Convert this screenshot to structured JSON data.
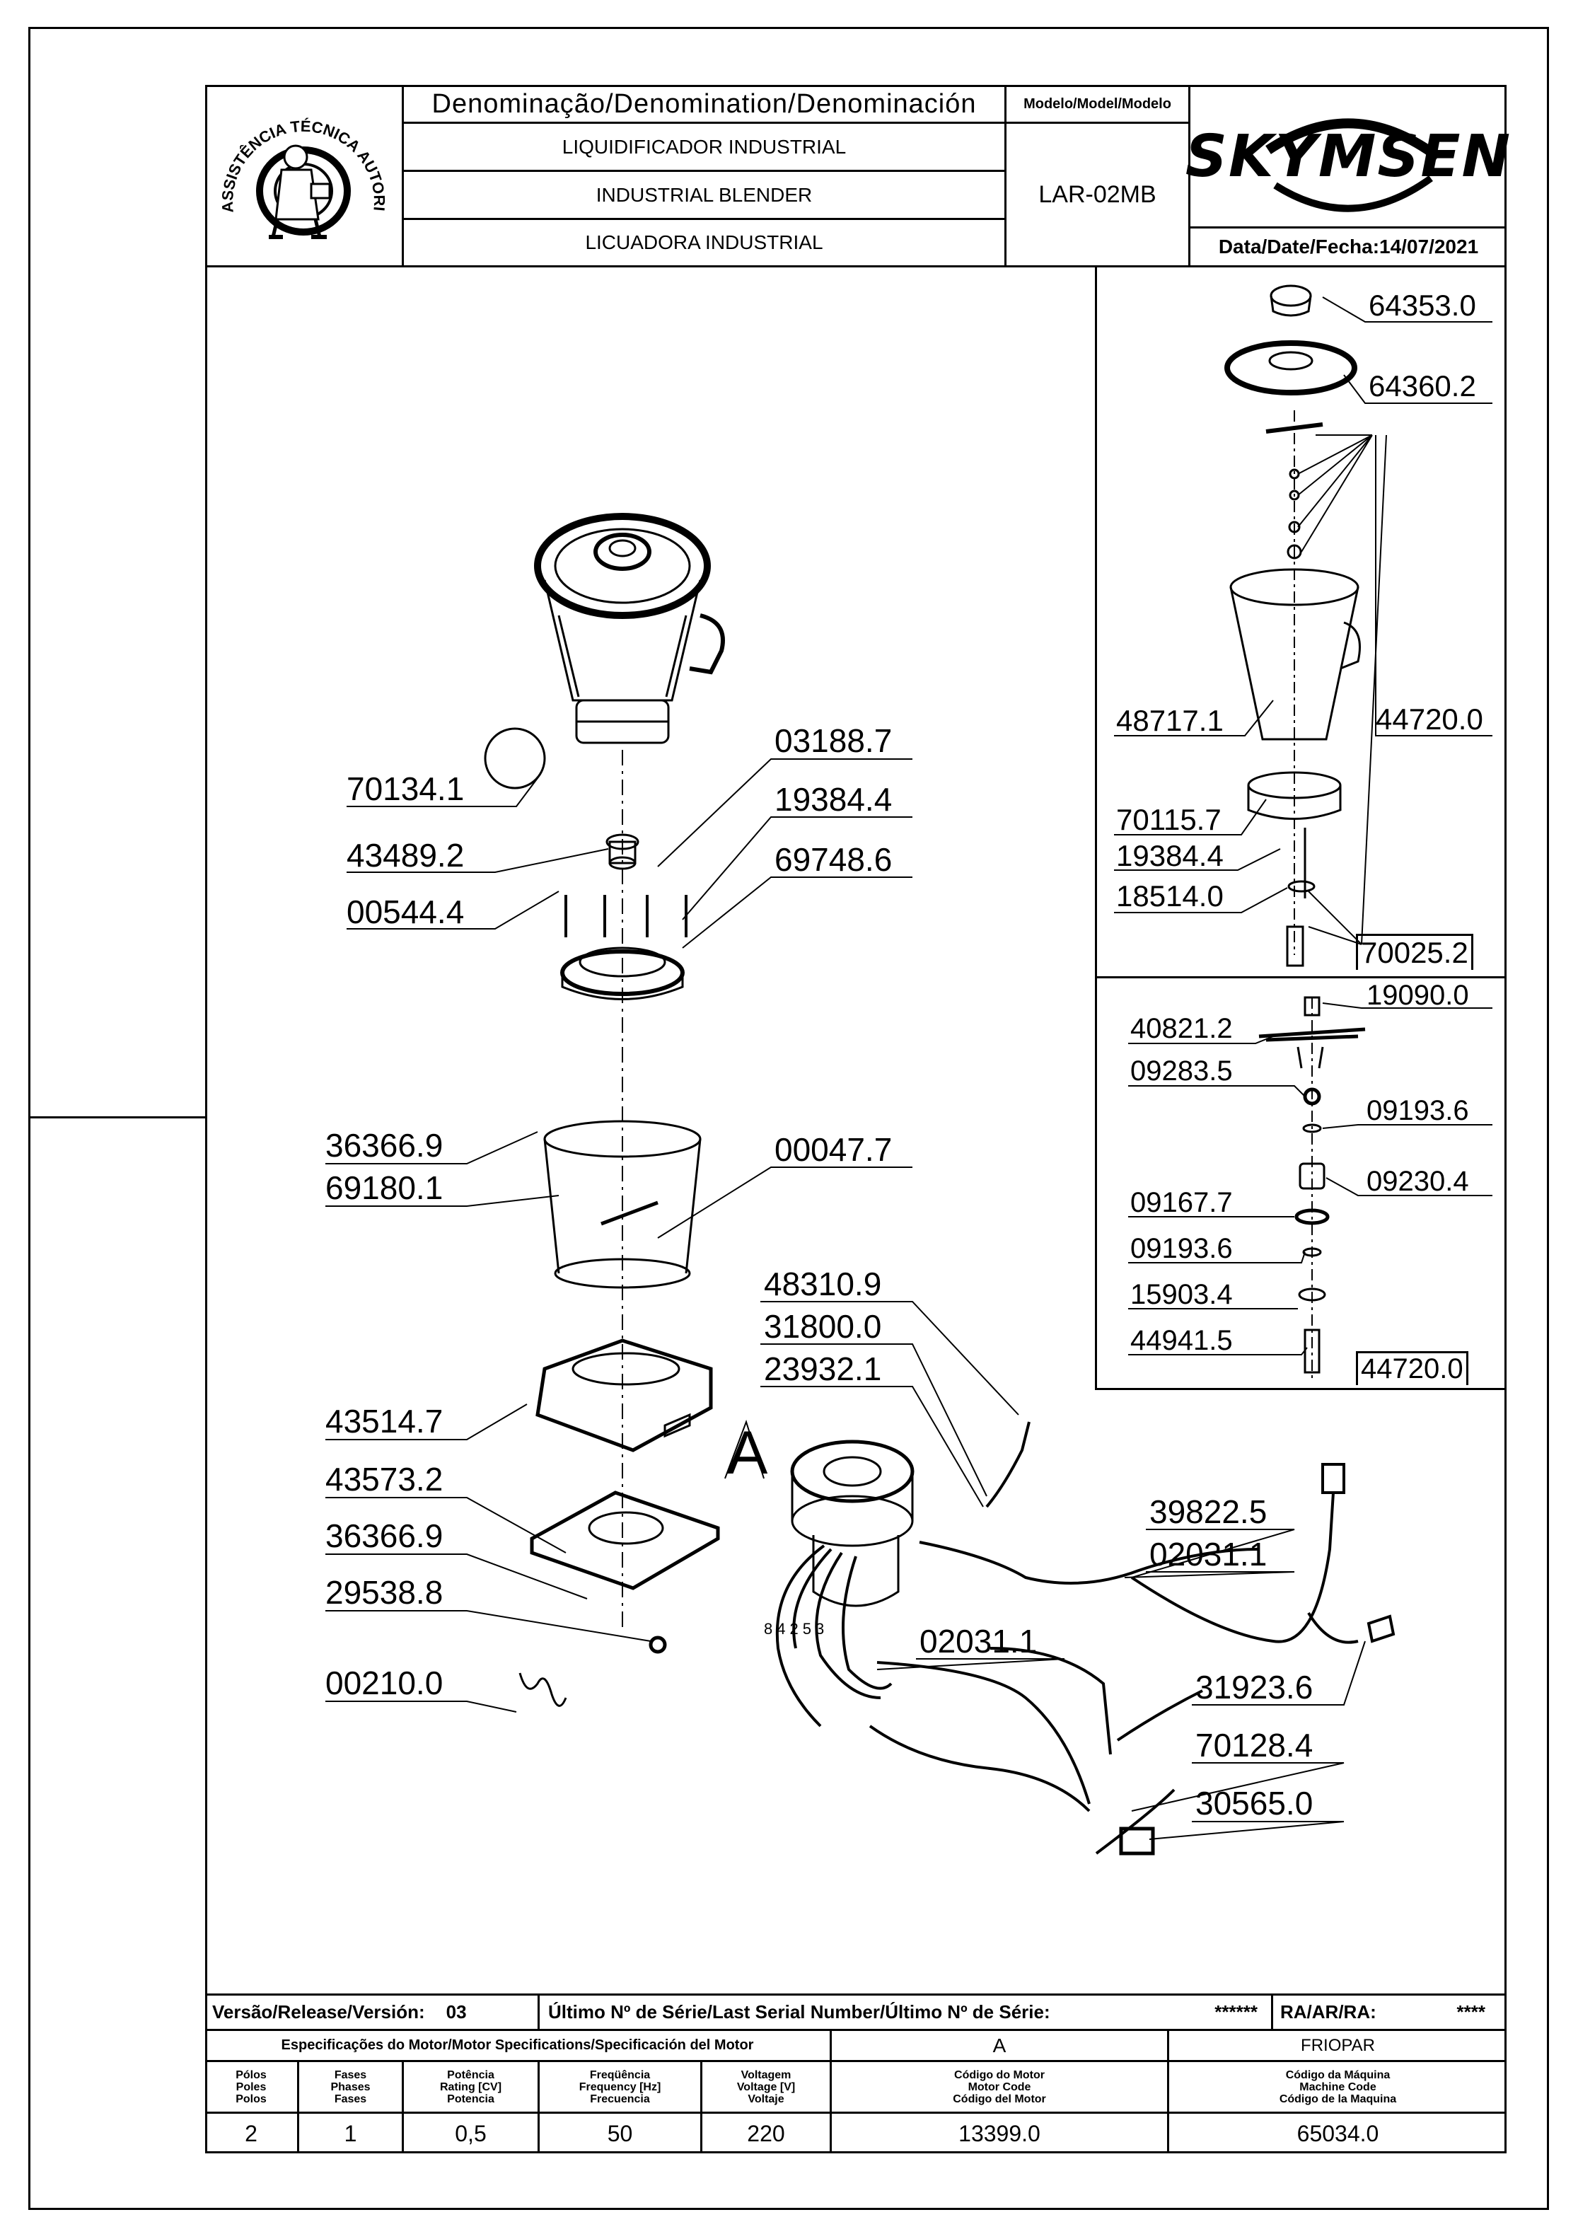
{
  "header": {
    "denomination_label": "Denominação/Denomination/Denominación",
    "name_pt": "LIQUIDIFICADOR INDUSTRIAL",
    "name_en": "INDUSTRIAL BLENDER",
    "name_es": "LICUADORA INDUSTRIAL",
    "model_label": "Modelo/Model/Modelo",
    "model_value": "LAR-02MB",
    "brand": "SKYMSEN",
    "date_label": "Data/Date/Fecha:",
    "date_value": "14/07/2021",
    "logo_text": "ASSISTÊNCIA TÉCNICA AUTORIZADA"
  },
  "parts_main": [
    {
      "code": "70134.1"
    },
    {
      "code": "43489.2"
    },
    {
      "code": "00544.4"
    },
    {
      "code": "03188.7"
    },
    {
      "code": "19384.4"
    },
    {
      "code": "69748.6"
    },
    {
      "code": "36366.9"
    },
    {
      "code": "69180.1"
    },
    {
      "code": "00047.7"
    },
    {
      "code": "43514.7"
    },
    {
      "code": "43573.2"
    },
    {
      "code": "36366.9"
    },
    {
      "code": "29538.8"
    },
    {
      "code": "00210.0"
    },
    {
      "code": "48310.9"
    },
    {
      "code": "31800.0"
    },
    {
      "code": "23932.1"
    },
    {
      "code": "39822.5"
    },
    {
      "code": "02031.1"
    },
    {
      "code": "02031.1"
    },
    {
      "code": "31923.6"
    },
    {
      "code": "70128.4"
    },
    {
      "code": "30565.0"
    }
  ],
  "section_marker": "A",
  "wire_numbers": [
    "8",
    "4",
    "2",
    "5",
    "3"
  ],
  "panel_top_parts": [
    {
      "code": "64353.0"
    },
    {
      "code": "64360.2"
    },
    {
      "code": "48717.1"
    },
    {
      "code": "44720.0"
    },
    {
      "code": "70115.7"
    },
    {
      "code": "19384.4"
    },
    {
      "code": "18514.0"
    },
    {
      "code": "70025.2"
    }
  ],
  "panel_bottom_parts": [
    {
      "code": "19090.0"
    },
    {
      "code": "40821.2"
    },
    {
      "code": "09283.5"
    },
    {
      "code": "09193.6"
    },
    {
      "code": "09230.4"
    },
    {
      "code": "09167.7"
    },
    {
      "code": "09193.6"
    },
    {
      "code": "15903.4"
    },
    {
      "code": "44941.5"
    },
    {
      "code": "44720.0"
    }
  ],
  "footer": {
    "version_label": "Versão/Release/Versión:",
    "version_value": "03",
    "serial_label": "Último Nº de Série/Last Serial Number/Último Nº de Série:",
    "serial_value": "******",
    "ra_label": "RA/AR/RA:",
    "ra_value": "****",
    "motor_spec_label": "Especificações do Motor/Motor Specifications/Specificación del Motor",
    "motor_group": "A",
    "manufacturer": "FRIOPAR",
    "col_poles": [
      "Pólos",
      "Poles",
      "Polos"
    ],
    "col_phases": [
      "Fases",
      "Phases",
      "Fases"
    ],
    "col_power": [
      "Potência",
      "Rating [CV]",
      "Potencia"
    ],
    "col_freq": [
      "Freqüência",
      "Frequency [Hz]",
      "Frecuencia"
    ],
    "col_voltage": [
      "Voltagem",
      "Voltage [V]",
      "Voltaje"
    ],
    "col_motor_code": [
      "Código do Motor",
      "Motor Code",
      "Código del Motor"
    ],
    "col_machine_code": [
      "Código da Máquina",
      "Machine Code",
      "Código de la Maquina"
    ],
    "val_poles": "2",
    "val_phases": "1",
    "val_power": "0,5",
    "val_freq": "50",
    "val_voltage": "220",
    "val_motor_code": "13399.0",
    "val_machine_code": "65034.0"
  }
}
